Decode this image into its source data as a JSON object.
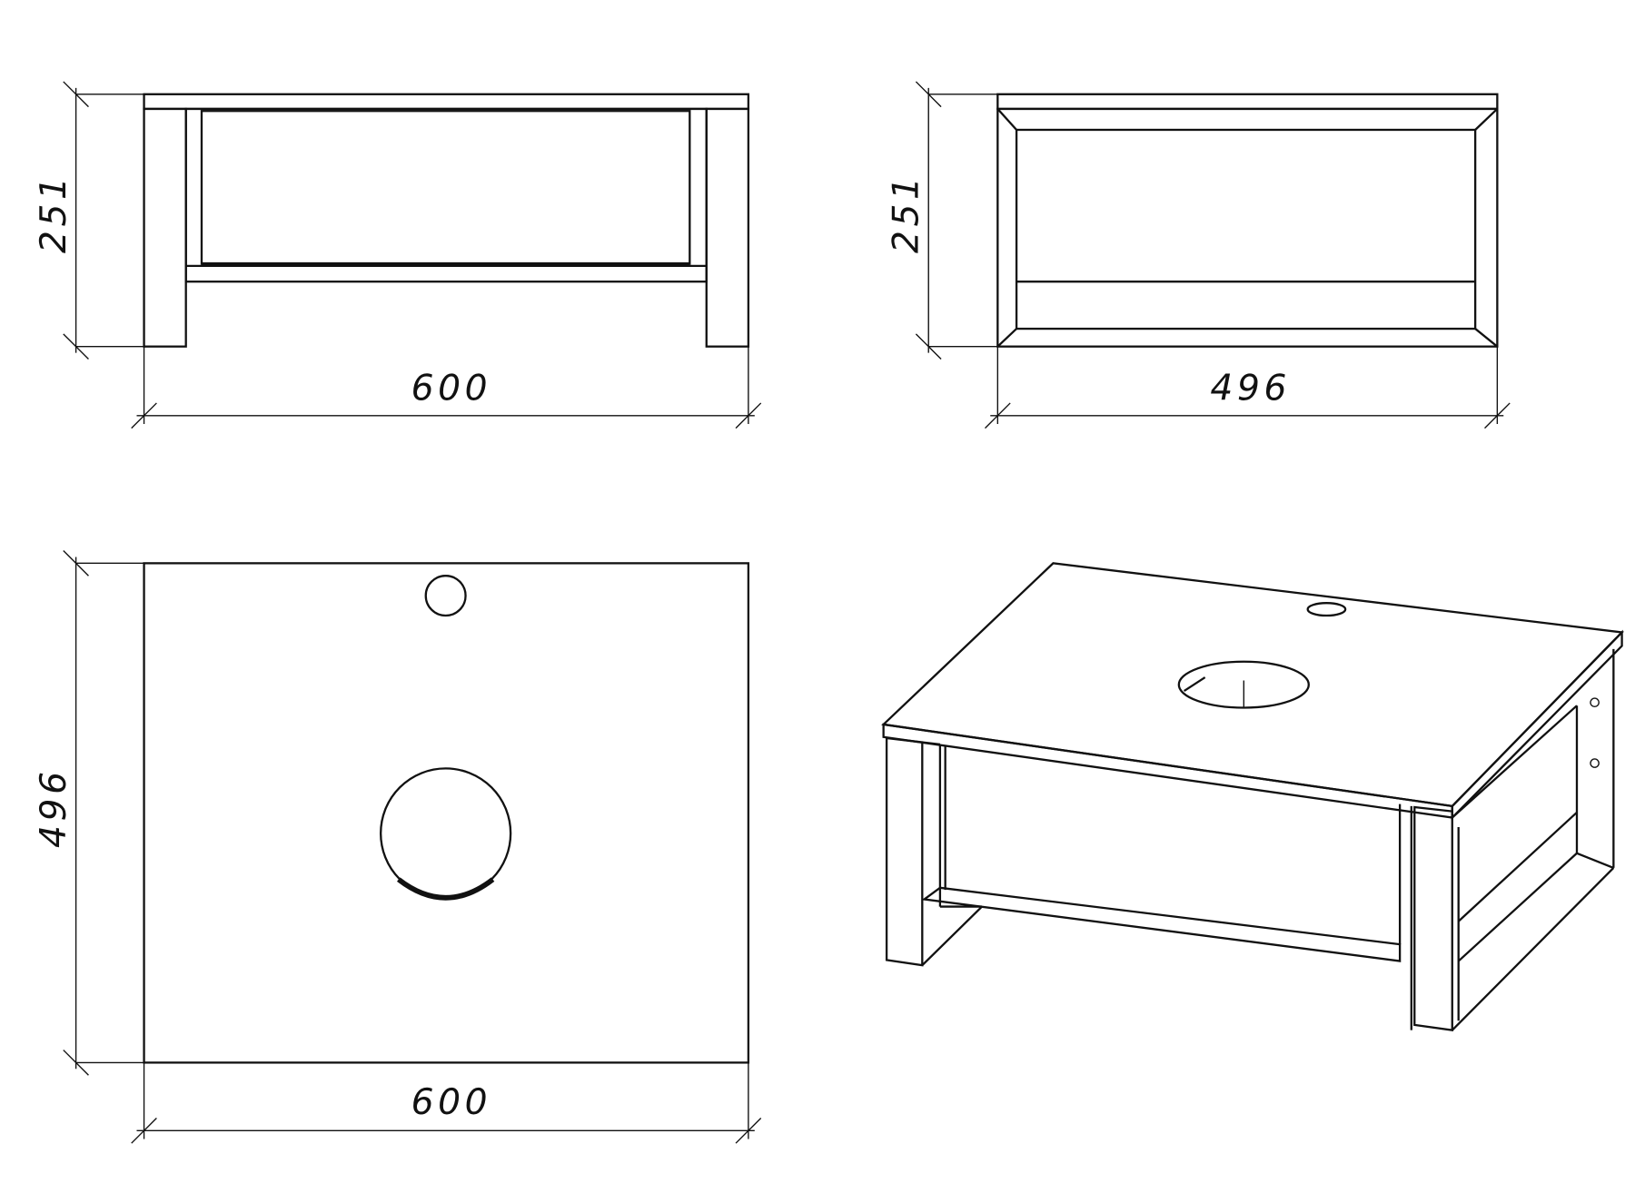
{
  "drawing": {
    "front_view": {
      "width_label": "600",
      "height_label": "251"
    },
    "side_view": {
      "width_label": "496",
      "height_label": "251"
    },
    "top_view": {
      "width_label": "600",
      "depth_label": "496"
    },
    "isometric_view": {}
  },
  "colors": {
    "line": "#111111",
    "background": "#ffffff"
  }
}
